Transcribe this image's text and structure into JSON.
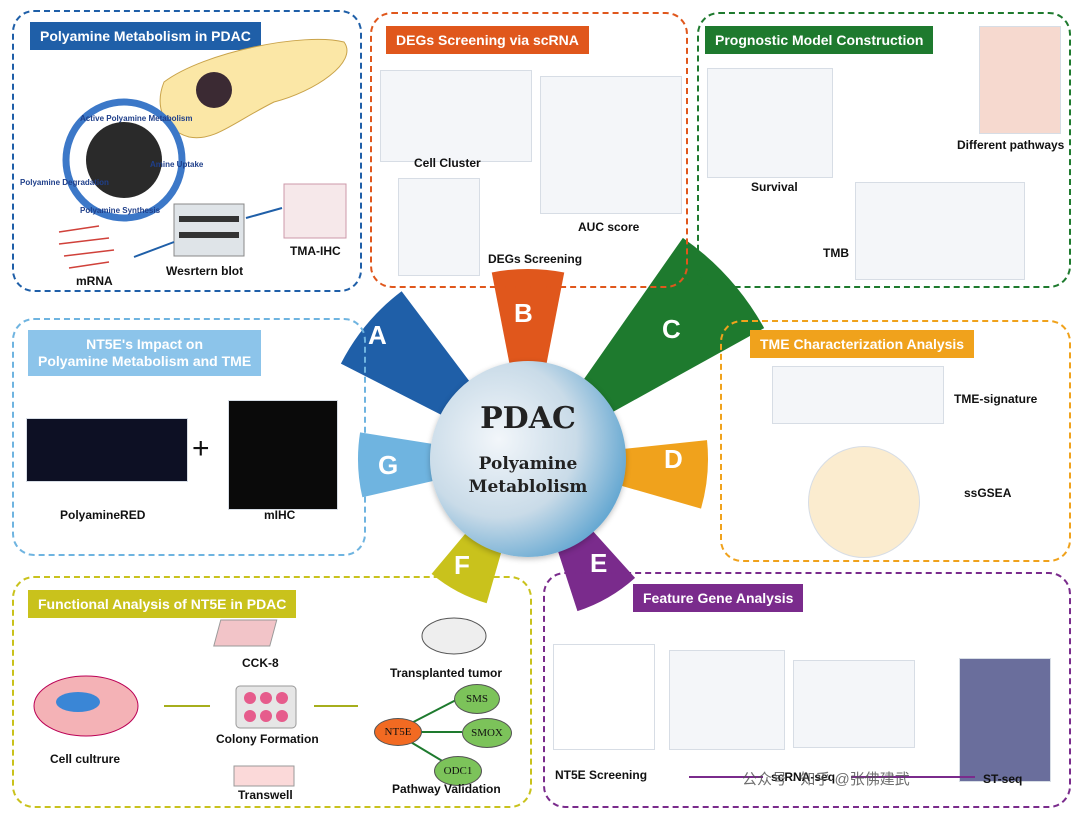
{
  "hub": {
    "title": "PDAC",
    "subtitle_line1": "Polyamine",
    "subtitle_line2": "Metablolism"
  },
  "colors": {
    "A": "#1f5fa8",
    "B": "#e0571c",
    "C": "#1e7a2e",
    "D": "#f0a21c",
    "E": "#7a2b8c",
    "F": "#c9c21c",
    "G": "#6fb4e0"
  },
  "spokes": [
    "A",
    "B",
    "C",
    "D",
    "E",
    "F",
    "G"
  ],
  "panels": {
    "A": {
      "title": "Polyamine Metabolism in PDAC",
      "labels": {
        "mrna": "mRNA",
        "western": "Wesrtern blot",
        "tma": "TMA-IHC",
        "active": "Active Polyamine Metabolism",
        "uptake": "Amine Uptake",
        "degradation": "Polyamine Degradation",
        "synthesis": "Polyamine Synthesis"
      }
    },
    "B": {
      "title": "DEGs Screening via scRNA",
      "labels": {
        "cluster": "Cell Cluster",
        "auc": "AUC score",
        "degs": "DEGs Screening"
      }
    },
    "C": {
      "title": "Prognostic Model Construction",
      "labels": {
        "survival": "Survival",
        "pathways": "Different pathways",
        "tmb": "TMB"
      }
    },
    "D": {
      "title": "TME Characterization Analysis",
      "labels": {
        "signature": "TME-signature",
        "ssgsea": "ssGSEA"
      }
    },
    "E": {
      "title": "Feature Gene Analysis",
      "labels": {
        "nt5e": "NT5E Screening",
        "scrna": "scRNA-seq",
        "st": "ST-seq"
      }
    },
    "F": {
      "title": "Functional Analysis of NT5E in PDAC",
      "labels": {
        "cck8": "CCK-8",
        "colony": "Colony Formation",
        "transwell": "Transwell",
        "culture": "Cell cultrure",
        "tumor": "Transplanted tumor",
        "pathway": "Pathway Validation"
      },
      "nodes": {
        "center": "NT5E",
        "sms": "SMS",
        "smox": "SMOX",
        "odc1": "ODC1"
      }
    },
    "G": {
      "title_line1": "NT5E's Impact on",
      "title_line2": "Polyamine Metabolism and TME",
      "labels": {
        "red": "PolyamineRED",
        "mihc": "mIHC"
      },
      "plus": "+"
    }
  },
  "watermark": "公众号 · 知乎 @张佛建武"
}
